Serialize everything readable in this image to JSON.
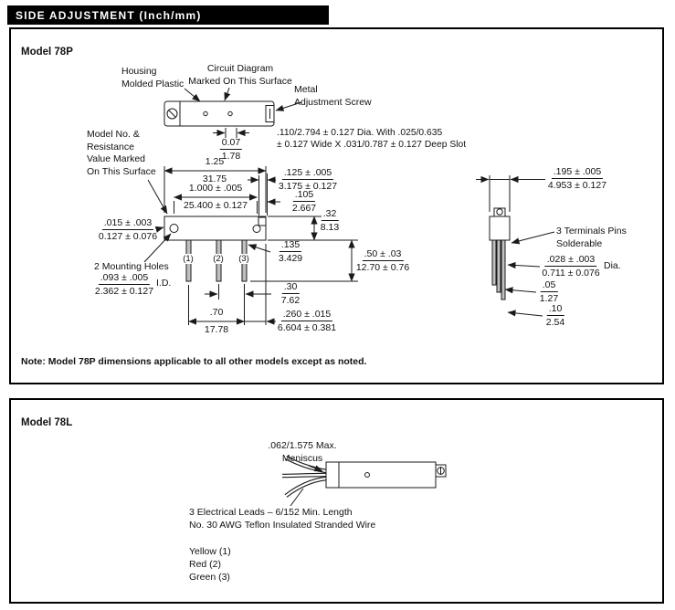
{
  "header": {
    "title": "SIDE ADJUSTMENT (Inch/mm)"
  },
  "p78p": {
    "title": "Model 78P",
    "note": "Note: Model 78P dimensions applicable to all other models except as noted.",
    "labels": {
      "housing": "Housing\nMolded Plastic",
      "circuit": "Circuit Diagram\nMarked On This Surface",
      "metal_screw": "Metal\nAdjustment Screw",
      "screw_spec": ".110/2.794 ± 0.127 Dia. With .025/0.635\n± 0.127 Wide X .031/0.787 ± 0.127 Deep Slot",
      "model_marked": "Model No. &\nResistance\nValue Marked\nOn This Surface",
      "mounting_holes": "2 Mounting Holes",
      "id": "I.D.",
      "terminals": "3 Terminals Pins\nSolderable",
      "dia": "Dia.",
      "t1": "(1)",
      "t2": "(2)",
      "t3": "(3)"
    },
    "dims": {
      "d007": {
        "in": "0.07",
        "mm": "1.78"
      },
      "d125w": {
        "in": "1.25",
        "mm": "31.75"
      },
      "d125h": {
        "in": ".125 ± .005",
        "mm": "3.175 ± 0.127"
      },
      "d1000": {
        "in": "1.000 ± .005",
        "mm": "25.400 ± 0.127"
      },
      "d105": {
        "in": ".105",
        "mm": "2.667"
      },
      "d32": {
        "in": ".32",
        "mm": "8.13"
      },
      "d015": {
        "in": ".015 ± .003",
        "mm": "0.127 ± 0.076"
      },
      "d135": {
        "in": ".135",
        "mm": "3.429"
      },
      "d50": {
        "in": ".50 ± .03",
        "mm": "12.70 ± 0.76"
      },
      "d093": {
        "in": ".093 ± .005",
        "mm": "2.362 ± 0.127"
      },
      "d30": {
        "in": ".30",
        "mm": "7.62"
      },
      "d70": {
        "in": ".70",
        "mm": "17.78"
      },
      "d260": {
        "in": ".260 ± .015",
        "mm": "6.604 ± 0.381"
      },
      "d195": {
        "in": ".195 ± .005",
        "mm": "4.953 ± 0.127"
      },
      "d028": {
        "in": ".028 ± .003",
        "mm": "0.711 ± 0.076"
      },
      "d05": {
        "in": ".05",
        "mm": "1.27"
      },
      "d10": {
        "in": ".10",
        "mm": "2.54"
      }
    }
  },
  "p78l": {
    "title": "Model 78L",
    "meniscus": ".062/1.575 Max.\nMeniscus",
    "leads": "3 Electrical Leads – 6/152 Min. Length\nNo. 30 AWG Teflon Insulated Stranded Wire",
    "wire1": "Yellow (1)",
    "wire2": "Red (2)",
    "wire3": "Green (3)"
  }
}
